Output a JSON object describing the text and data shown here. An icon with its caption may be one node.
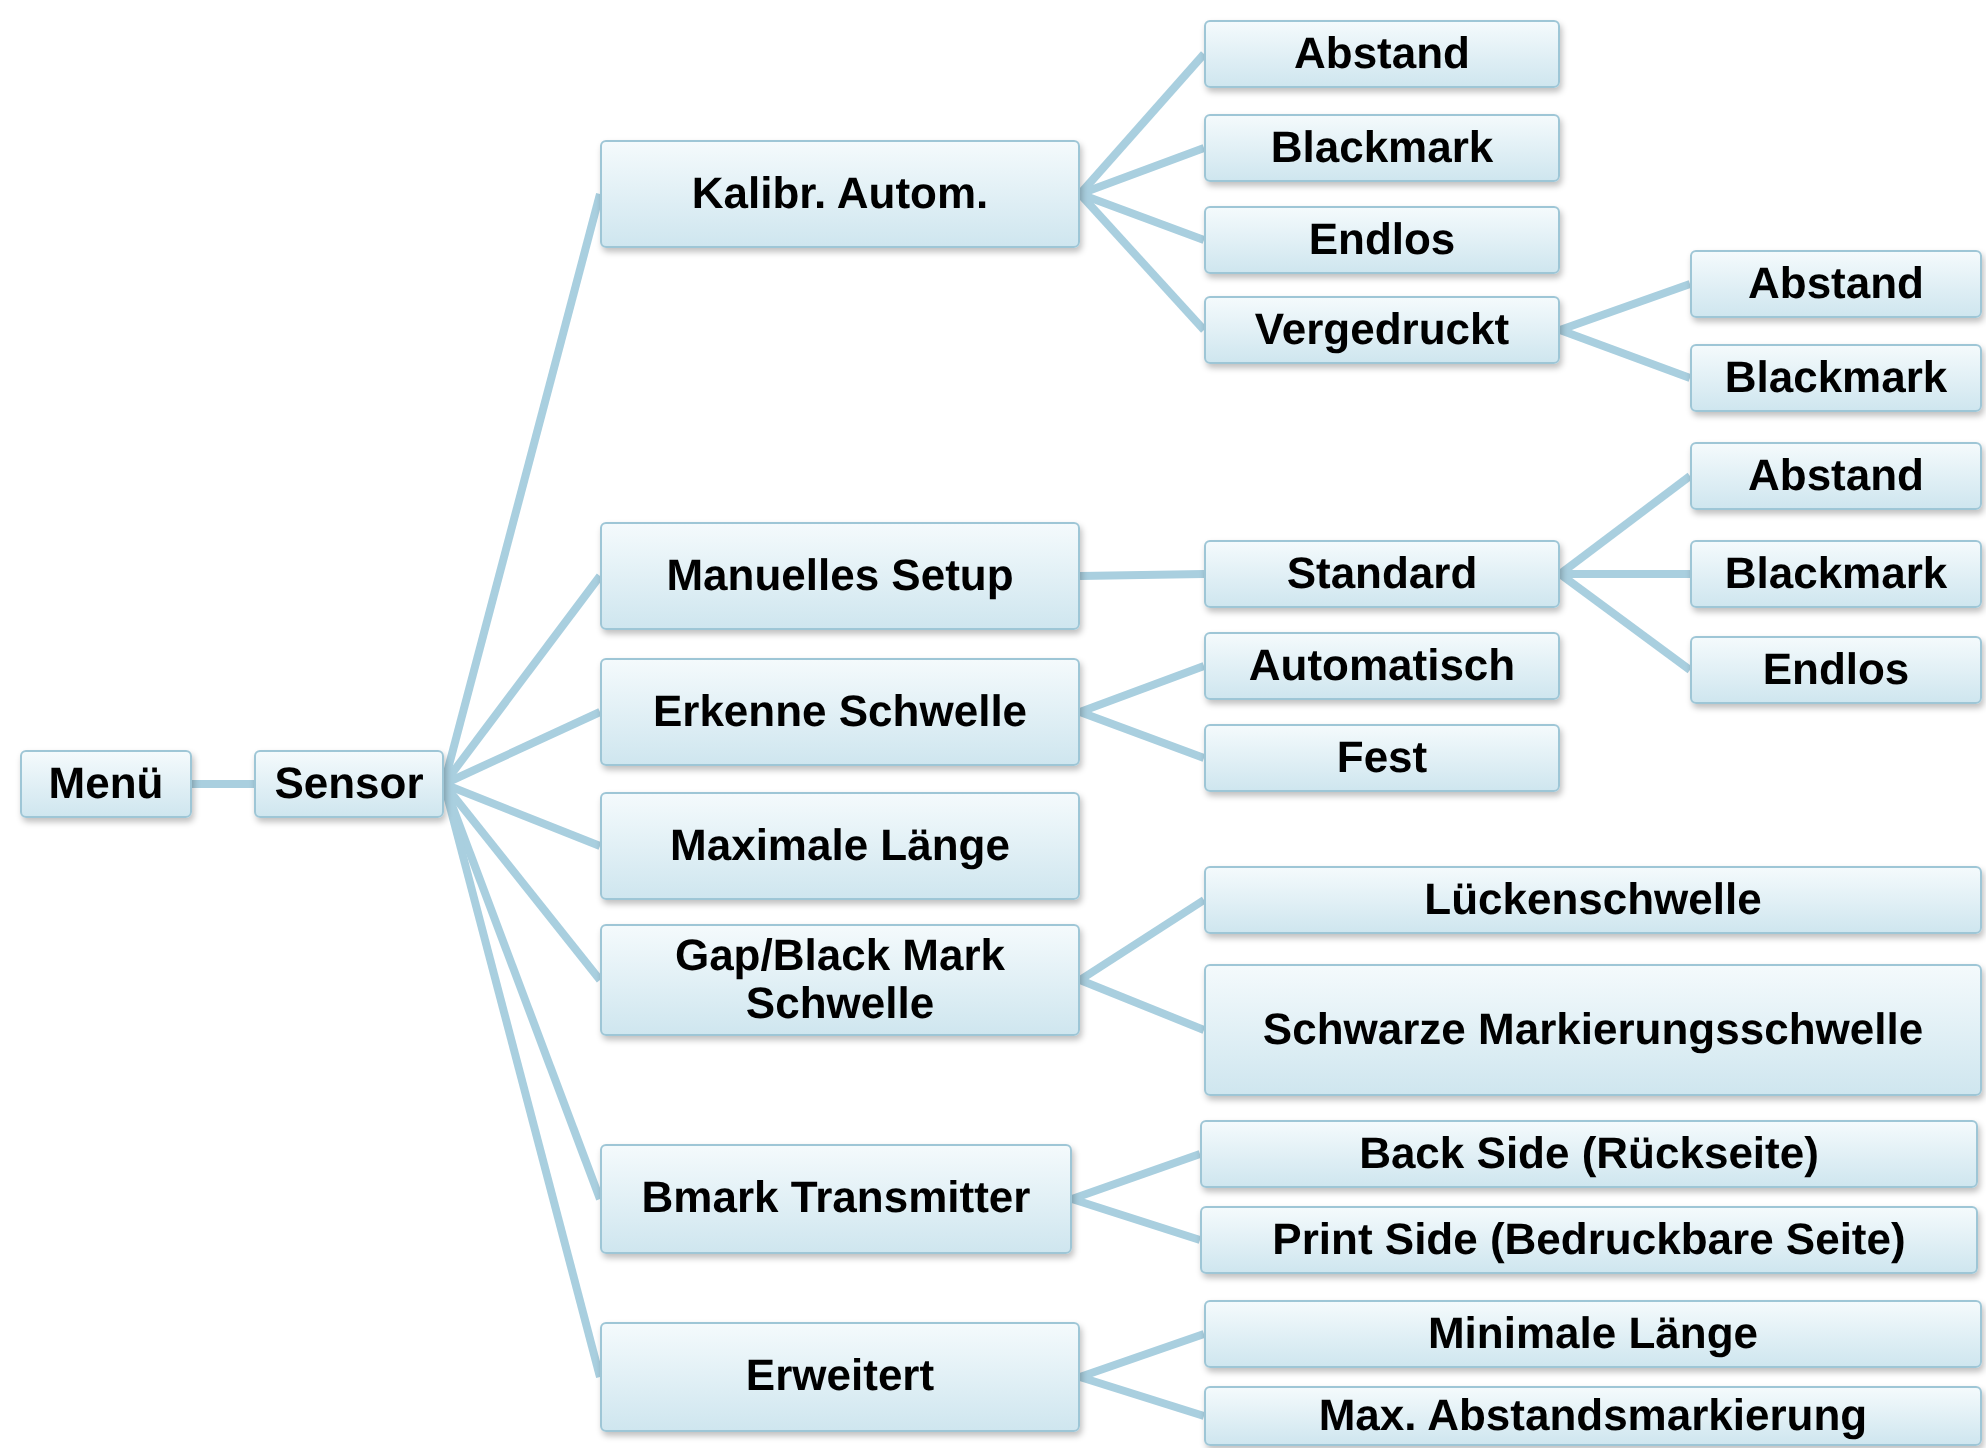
{
  "diagram": {
    "nodes": [
      {
        "text": [
          "Menü"
        ]
      },
      {
        "text": [
          "Sensor"
        ]
      },
      {
        "text": [
          "Kalibr. Autom."
        ]
      },
      {
        "text": [
          "Abstand"
        ]
      },
      {
        "text": [
          "Blackmark"
        ]
      },
      {
        "text": [
          "Endlos"
        ]
      },
      {
        "text": [
          "Vergedruckt"
        ]
      },
      {
        "text": [
          "Abstand"
        ]
      },
      {
        "text": [
          "Blackmark"
        ]
      },
      {
        "text": [
          "Manuelles Setup"
        ]
      },
      {
        "text": [
          "Standard"
        ]
      },
      {
        "text": [
          "Abstand"
        ]
      },
      {
        "text": [
          "Blackmark"
        ]
      },
      {
        "text": [
          "Endlos"
        ]
      },
      {
        "text": [
          "Erkenne Schwelle"
        ]
      },
      {
        "text": [
          "Automatisch"
        ]
      },
      {
        "text": [
          "Fest"
        ]
      },
      {
        "text": [
          "Maximale Länge"
        ]
      },
      {
        "text": [
          "Gap/Black Mark Schwelle"
        ]
      },
      {
        "text": [
          "Lückenschwelle"
        ]
      },
      {
        "text": [
          "Schwarze Markierungsschwelle"
        ]
      },
      {
        "text": [
          "Bmark Transmitter"
        ]
      },
      {
        "text": [
          "Back Side (Rückseite)"
        ]
      },
      {
        "text": [
          "Print Side (Bedruckbare Seite)"
        ]
      },
      {
        "text": [
          "Erweitert"
        ]
      },
      {
        "text": [
          "Minimale Länge"
        ]
      },
      {
        "text": [
          "Max. Abstandsmarkierung"
        ]
      }
    ],
    "edges": [
      {
        "from": 0,
        "to": 1,
        "arrow": "none"
      },
      {
        "from": 1,
        "to": 2,
        "arrow": "none"
      },
      {
        "from": 2,
        "to": 3,
        "arrow": "none"
      },
      {
        "from": 2,
        "to": 4,
        "arrow": "none"
      },
      {
        "from": 2,
        "to": 5,
        "arrow": "none"
      },
      {
        "from": 2,
        "to": 6,
        "arrow": "none"
      },
      {
        "from": 6,
        "to": 7,
        "arrow": "none"
      },
      {
        "from": 6,
        "to": 8,
        "arrow": "none"
      },
      {
        "from": 1,
        "to": 9,
        "arrow": "none"
      },
      {
        "from": 9,
        "to": 10,
        "arrow": "none"
      },
      {
        "from": 10,
        "to": 11,
        "arrow": "none"
      },
      {
        "from": 10,
        "to": 12,
        "arrow": "none"
      },
      {
        "from": 10,
        "to": 13,
        "arrow": "none"
      },
      {
        "from": 1,
        "to": 14,
        "arrow": "none"
      },
      {
        "from": 14,
        "to": 15,
        "arrow": "none"
      },
      {
        "from": 14,
        "to": 16,
        "arrow": "none"
      },
      {
        "from": 1,
        "to": 17,
        "arrow": "none"
      },
      {
        "from": 1,
        "to": 18,
        "arrow": "none"
      },
      {
        "from": 18,
        "to": 19,
        "arrow": "none"
      },
      {
        "from": 18,
        "to": 20,
        "arrow": "none"
      },
      {
        "from": 1,
        "to": 21,
        "arrow": "none"
      },
      {
        "from": 21,
        "to": 22,
        "arrow": "none"
      },
      {
        "from": 21,
        "to": 23,
        "arrow": "none"
      },
      {
        "from": 1,
        "to": 24,
        "arrow": "none"
      },
      {
        "from": 24,
        "to": 25,
        "arrow": "none"
      },
      {
        "from": 24,
        "to": 26,
        "arrow": "none"
      }
    ]
  }
}
